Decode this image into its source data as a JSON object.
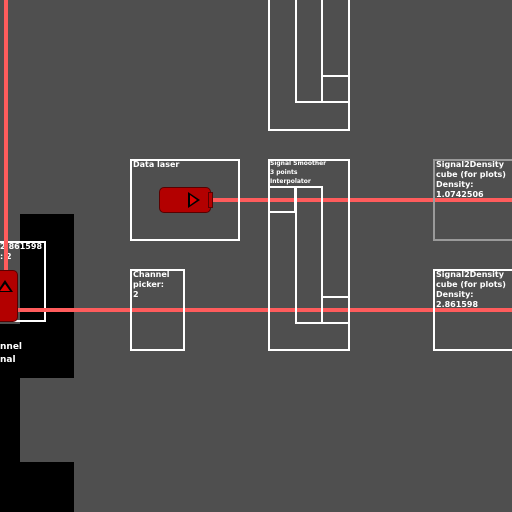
{
  "components": {
    "data_laser": {
      "label": "Data laser"
    },
    "signal_smoother": {
      "label": "Signal Smoother\n3 points\nInterpolator"
    },
    "channel_picker": {
      "label": "Channel\npicker:\n2"
    },
    "density_top": {
      "label": "Signal2Density\ncube (for plots)\nDensity:\n1.0742506"
    },
    "density_bottom": {
      "label": "Signal2Density\ncube (for plots)\nDensity:\n2.861598"
    },
    "left_partial": {
      "label": "2.861598\n: 2"
    },
    "left_channel_text": {
      "label": "nnel\nnal"
    }
  },
  "colors": {
    "background": "#4f4f4f",
    "beam": "#ff5c5c",
    "emitter": "#b30000",
    "outline": "#ffffff"
  }
}
